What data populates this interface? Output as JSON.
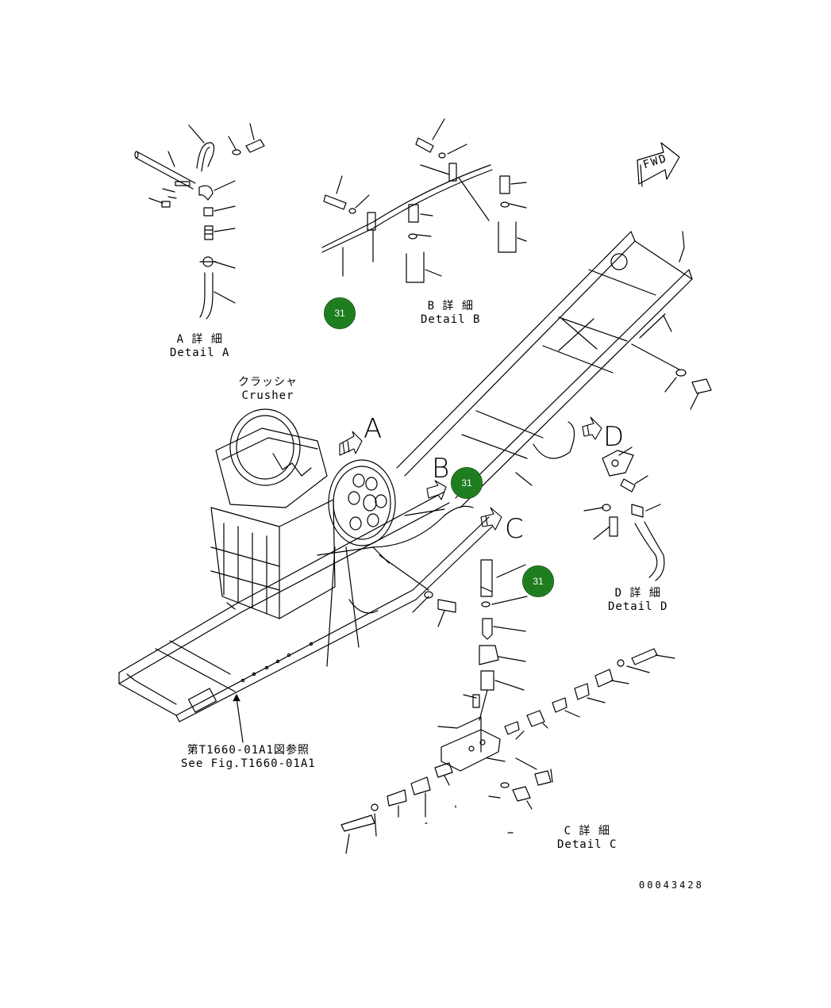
{
  "detail_a": {
    "jp": "A 詳 細",
    "en": "Detail A"
  },
  "detail_b": {
    "jp": "B 詳 細",
    "en": "Detail B"
  },
  "detail_c": {
    "jp": "C 詳 細",
    "en": "Detail C"
  },
  "detail_d": {
    "jp": "D 詳 細",
    "en": "Detail D"
  },
  "crusher": {
    "jp": "クラッシャ",
    "en": "Crusher"
  },
  "view_letters": {
    "a": "A",
    "b": "B",
    "c": "C",
    "d": "D"
  },
  "fwd": "FWD",
  "reference": {
    "jp": "第T1660-01A1図参照",
    "en": "See Fig.T1660-01A1"
  },
  "callouts": [
    {
      "label": "31"
    },
    {
      "label": "31"
    },
    {
      "label": "31"
    }
  ],
  "document_number": "00043428",
  "colors": {
    "callout": "#1e7d1e",
    "line": "#000000"
  }
}
